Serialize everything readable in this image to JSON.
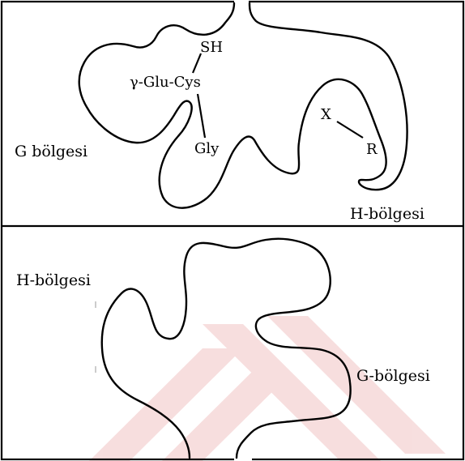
{
  "top_panel": {
    "g_region_label": "G bölgesi",
    "h_region_label": "H-bölgesi",
    "glutathione": {
      "sh": "SH",
      "glu_cys": "γ-Glu-Cys",
      "gly": "Gly"
    },
    "substrate": {
      "x": "X",
      "r": "R"
    }
  },
  "bottom_panel": {
    "h_region_label": "H-bölgesi",
    "g_region_label": "G-bölgesi"
  },
  "colors": {
    "line": "#000000",
    "watermark": "#f6d9d9"
  }
}
